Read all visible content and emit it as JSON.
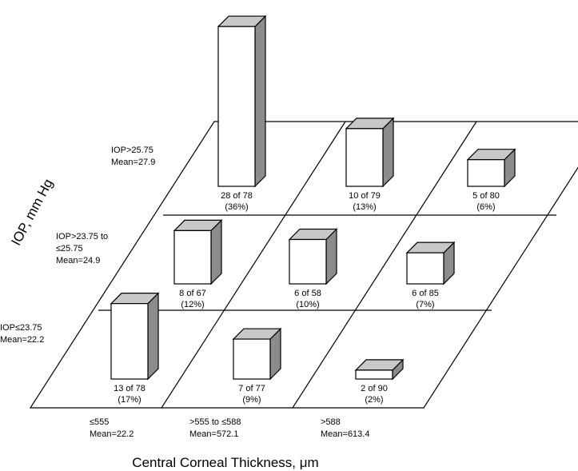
{
  "chart_data": {
    "type": "bar",
    "title": "",
    "xlabel": "Central Corneal Thickness, μm",
    "ylabel": "IOP, mm Hg",
    "x_categories": [
      {
        "label": "≤555",
        "mean": "Mean=22.2"
      },
      {
        "label": ">555 to ≤588",
        "mean": "Mean=572.1"
      },
      {
        "label": ">588",
        "mean": "Mean=613.4"
      }
    ],
    "y_categories": [
      {
        "lines": [
          "IOP≤23.75",
          "Mean=22.2"
        ]
      },
      {
        "lines": [
          "IOP>23.75 to",
          "≤25.75",
          "Mean=24.9"
        ]
      },
      {
        "lines": [
          "IOP>25.75",
          "Mean=27.9"
        ]
      }
    ],
    "cells": [
      {
        "x": 0,
        "y": 0,
        "count": "13 of 78",
        "pct_label": "(17%)",
        "value": 17
      },
      {
        "x": 1,
        "y": 0,
        "count": "7 of 77",
        "pct_label": "(9%)",
        "value": 9
      },
      {
        "x": 2,
        "y": 0,
        "count": "2 of 90",
        "pct_label": "(2%)",
        "value": 2
      },
      {
        "x": 0,
        "y": 1,
        "count": "8 of 67",
        "pct_label": "(12%)",
        "value": 12
      },
      {
        "x": 1,
        "y": 1,
        "count": "6 of 58",
        "pct_label": "(10%)",
        "value": 10
      },
      {
        "x": 2,
        "y": 1,
        "count": "6 of 85",
        "pct_label": "(7%)",
        "value": 7
      },
      {
        "x": 0,
        "y": 2,
        "count": "28 of 78",
        "pct_label": "(36%)",
        "value": 36
      },
      {
        "x": 1,
        "y": 2,
        "count": "10 of 79",
        "pct_label": "(13%)",
        "value": 13
      },
      {
        "x": 2,
        "y": 2,
        "count": "5 of 80",
        "pct_label": "(6%)",
        "value": 6
      }
    ],
    "colors": {
      "front": "#ffffff",
      "top": "#c8c8c8",
      "side": "#8c8c8c",
      "stroke": "#000000"
    }
  }
}
